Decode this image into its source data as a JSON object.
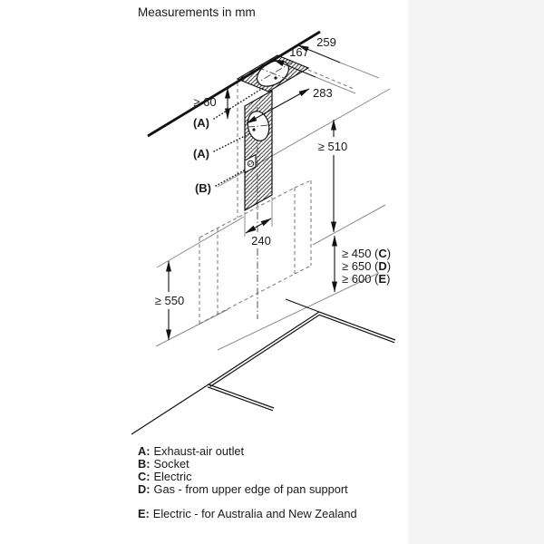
{
  "title": "Measurements in mm",
  "dims": {
    "outer_depth": "259",
    "inner_depth": "167",
    "ceiling_cutout": "283",
    "top_clearance": "≥ 60",
    "mounting_height": "≥ 510",
    "duct_width": "240",
    "hood_height": "≥ 550"
  },
  "clearances": [
    {
      "prefix": "≥ 450 (",
      "letter": "C",
      "suffix": ")"
    },
    {
      "prefix": "≥ 650 (",
      "letter": "D",
      "suffix": ")"
    },
    {
      "prefix": "≥ 600 (",
      "letter": "E",
      "suffix": ")"
    }
  ],
  "callouts": {
    "a1": "(A)",
    "a2": "(A)",
    "b": "(B)"
  },
  "legend": [
    {
      "key": "A:",
      "text": "Exhaust-air outlet"
    },
    {
      "key": "B:",
      "text": "Socket"
    },
    {
      "key": "C:",
      "text": "Electric"
    },
    {
      "key": "D:",
      "text": "Gas - from upper edge of pan support"
    },
    {
      "key": "E:",
      "text": "Electric - for Australia and New Zealand"
    }
  ],
  "colors": {
    "line": "#111111",
    "light_line": "#8c8c8c",
    "panel_bg": "#f4f4f4",
    "page_bg": "#ffffff",
    "text": "#1a1a1a"
  }
}
